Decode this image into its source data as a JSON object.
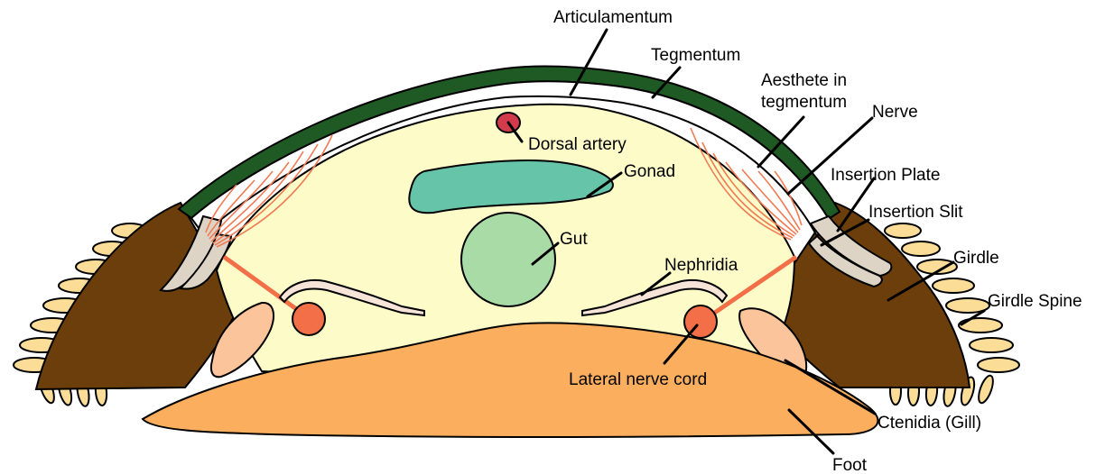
{
  "labels": {
    "articulamentum": "Articulamentum",
    "tegmentum": "Tegmentum",
    "aesthete_line1": "Aesthete in",
    "aesthete_line2": "tegmentum",
    "nerve": "Nerve",
    "dorsal_artery": "Dorsal artery",
    "gonad": "Gonad",
    "insertion_plate": "Insertion Plate",
    "insertion_slit": "Insertion Slit",
    "gut": "Gut",
    "nephridia": "Nephridia",
    "girdle": "Girdle",
    "girdle_spine": "Girdle Spine",
    "lateral_nerve_cord": "Lateral nerve cord",
    "ctenidia": "Ctenidia (Gill)",
    "foot": "Foot"
  },
  "colors": {
    "tegmentum": "#1f5a24",
    "mantle_cavity": "#fdfbc8",
    "gonad": "#66c4a8",
    "gut": "#a9dba6",
    "dorsal_artery": "#d13b4b",
    "girdle": "#6b3e0b",
    "girdle_spine": "#fbdd98",
    "insertion_plate": "#ddd4c6",
    "nerve": "#f07c55",
    "nerve_cord": "#f26f47",
    "ctenidia": "#fcc49b",
    "nephridia": "#f7e4d8",
    "foot": "#fbae5e"
  }
}
